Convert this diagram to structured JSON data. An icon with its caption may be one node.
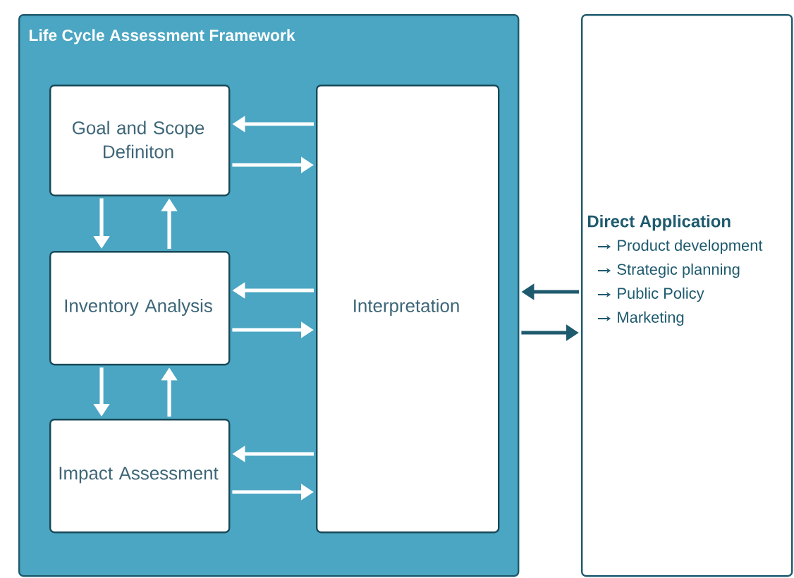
{
  "diagram": {
    "nodes": [
      {
        "text": [
          "Life Cycle Assessment Framework"
        ]
      },
      {
        "text": [
          "Goal and Scope Definiton"
        ],
        "in": 0
      },
      {
        "text": [
          "Inventory Analysis"
        ],
        "in": 0
      },
      {
        "text": [
          "Impact Assessment"
        ],
        "in": 0
      },
      {
        "text": [
          "Interpretation"
        ],
        "in": 0
      },
      {
        "text": [
          "Direct Application",
          "Product development",
          "Strategic planning",
          "Public Policy",
          "Marketing"
        ]
      }
    ],
    "edges": [
      {
        "from": 4,
        "to": 1,
        "arrow": "to"
      },
      {
        "from": 1,
        "to": 4,
        "arrow": "to"
      },
      {
        "from": 1,
        "to": 2,
        "arrow": "to"
      },
      {
        "from": 2,
        "to": 1,
        "arrow": "to"
      },
      {
        "from": 4,
        "to": 2,
        "arrow": "to"
      },
      {
        "from": 2,
        "to": 4,
        "arrow": "to"
      },
      {
        "from": 2,
        "to": 3,
        "arrow": "to"
      },
      {
        "from": 3,
        "to": 2,
        "arrow": "to"
      },
      {
        "from": 4,
        "to": 3,
        "arrow": "to"
      },
      {
        "from": 3,
        "to": 4,
        "arrow": "to"
      },
      {
        "from": 5,
        "to": 0,
        "arrow": "to",
        "color": "#1e5a6e"
      },
      {
        "from": 0,
        "to": 5,
        "arrow": "to",
        "color": "#1e5a6e"
      }
    ]
  }
}
